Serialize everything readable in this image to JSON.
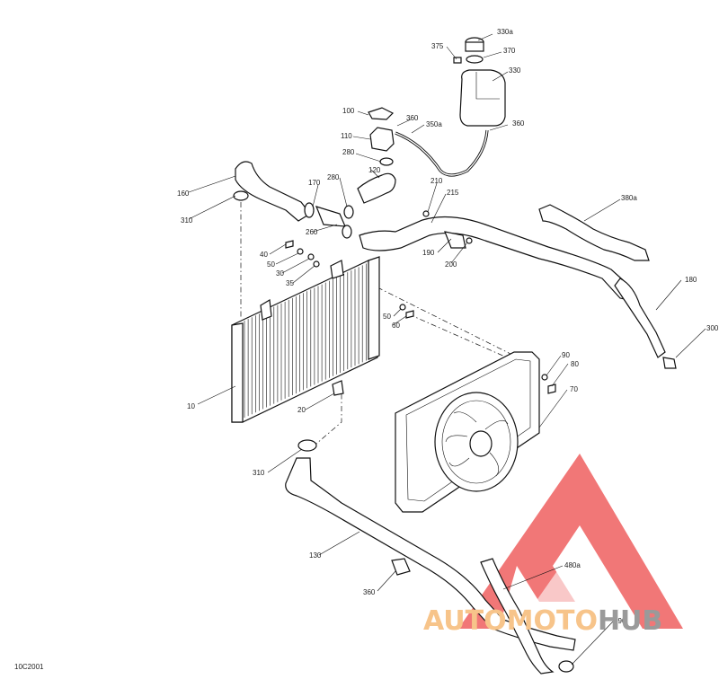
{
  "figure_code": "10C2001",
  "watermark": {
    "part1": "AUTOMOTO",
    "part2": "HUB",
    "color_red": "#e83a3a",
    "color_orange": "#f5a05a",
    "color_gray": "#9a9a9a"
  },
  "callouts": [
    "330a",
    "375",
    "370",
    "330",
    "100",
    "360",
    "350a",
    "360",
    "110",
    "280",
    "120",
    "170",
    "280",
    "160",
    "310",
    "210",
    "215",
    "380a",
    "260",
    "190",
    "200",
    "40",
    "50",
    "30",
    "35",
    "180",
    "50",
    "60",
    "300",
    "90",
    "80",
    "70",
    "10",
    "20",
    "310",
    "130",
    "480a",
    "360",
    "290"
  ]
}
